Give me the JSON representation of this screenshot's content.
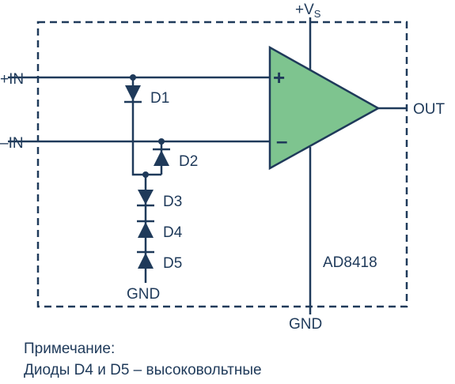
{
  "colors": {
    "line": "#1f3a5a",
    "amp_fill": "#7ec48f",
    "background": "#ffffff"
  },
  "labels": {
    "vs": "+V",
    "vs_sub": "S",
    "in_plus": "+IN",
    "in_minus": "–IN",
    "out": "OUT",
    "gnd_bottom": "GND",
    "gnd_diodes": "GND",
    "device": "AD8418",
    "amp_plus": "+",
    "amp_minus": "–"
  },
  "diodes": [
    {
      "label": "D1"
    },
    {
      "label": "D2"
    },
    {
      "label": "D3"
    },
    {
      "label": "D4"
    },
    {
      "label": "D5"
    }
  ],
  "note": {
    "title": "Примечание:",
    "text": "Диоды D4 и D5 – высоковольтные"
  }
}
